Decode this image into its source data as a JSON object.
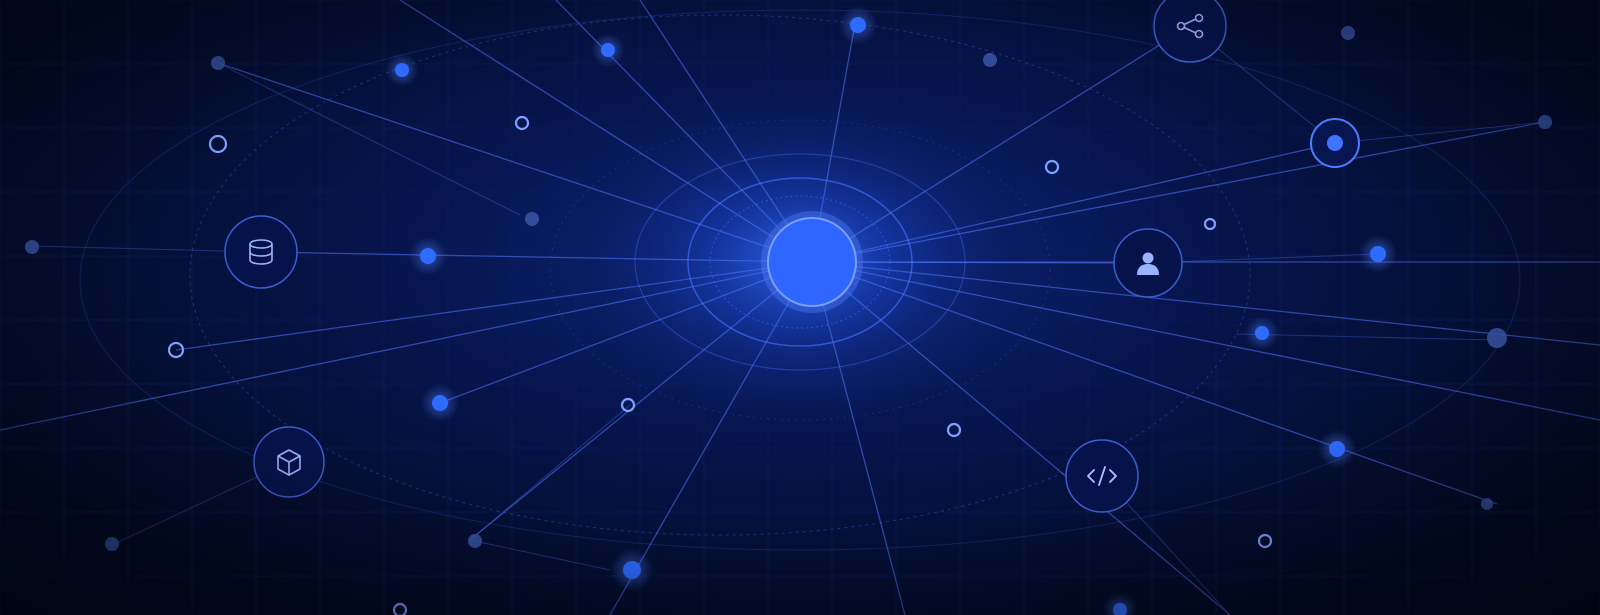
{
  "colors": {
    "background": "#040e33",
    "accent": "#2f6bff",
    "node": "#5b8dff",
    "line": "#4f77ff",
    "grid": "#0d1f5a"
  },
  "hub": {
    "icon": "central-node"
  },
  "icon_nodes": [
    {
      "name": "database-icon-node",
      "icon": "database-icon"
    },
    {
      "name": "cube-icon-node",
      "icon": "cube-icon"
    },
    {
      "name": "share-icon-node",
      "icon": "share-icon"
    },
    {
      "name": "user-icon-node",
      "icon": "user-icon"
    },
    {
      "name": "code-icon-node",
      "icon": "code-icon"
    },
    {
      "name": "target-node",
      "icon": "target-icon"
    }
  ]
}
